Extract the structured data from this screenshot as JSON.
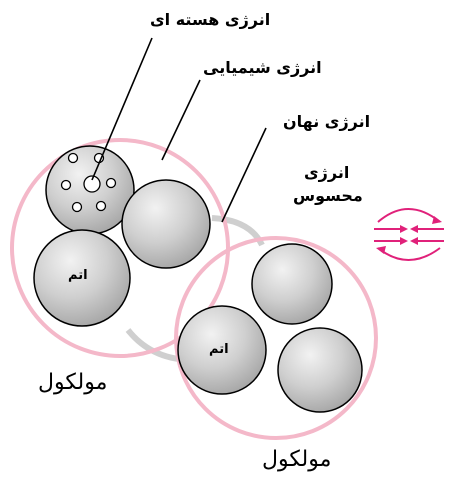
{
  "labels": {
    "nuclear_energy": "انرژی هسته ای",
    "chemical_energy": "انرژی شیمیایی",
    "latent_energy": "انرژی نهان",
    "sensible_energy_line1": "انرژی",
    "sensible_energy_line2": "محسوس",
    "atom": "اتم",
    "molecule_left": "مولکول",
    "molecule_right": "مولکول"
  },
  "colors": {
    "molecule_outline": "#f4b8c9",
    "sensible_arrows": "#e0217a",
    "bond": "#cfcfcf",
    "atom_fill": "#c8c8c8",
    "atom_stroke": "#000000",
    "leader_lines": "#000000"
  }
}
